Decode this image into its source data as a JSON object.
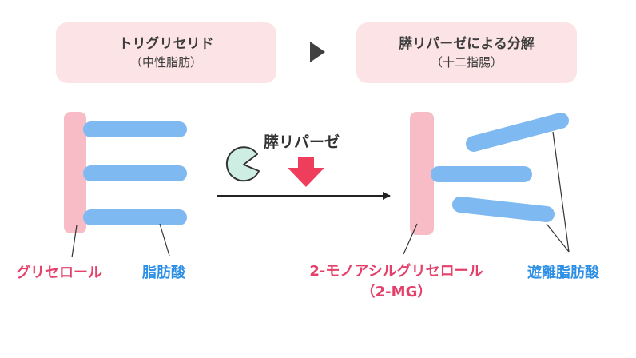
{
  "colors": {
    "box_bg": "#fce4e6",
    "glycerol": "#f7bcc6",
    "fatty_acid": "#7fb9f2",
    "label_pink": "#e4406a",
    "label_blue": "#2d8fe6",
    "lipase_fill": "#cfeee3",
    "down_arrow": "#ef3e5c"
  },
  "header": {
    "left_box": {
      "title": "トリグリセリド",
      "subtitle": "（中性脂肪）"
    },
    "right_box": {
      "title": "膵リパーゼによる分解",
      "subtitle": "（十二指腸）"
    }
  },
  "reaction": {
    "enzyme_label": "膵リパーゼ"
  },
  "labels": {
    "glycerol": "グリセロール",
    "fatty_acid": "脂肪酸",
    "monoglyceride_line1": "2-モノアシルグリセロール",
    "monoglyceride_line2": "（2-MG）",
    "free_fatty_acid": "遊離脂肪酸"
  },
  "icons": {
    "step_arrow": "triangle-right-icon",
    "enzyme": "pacman-enzyme-icon",
    "down_arrow": "arrow-down-icon"
  }
}
